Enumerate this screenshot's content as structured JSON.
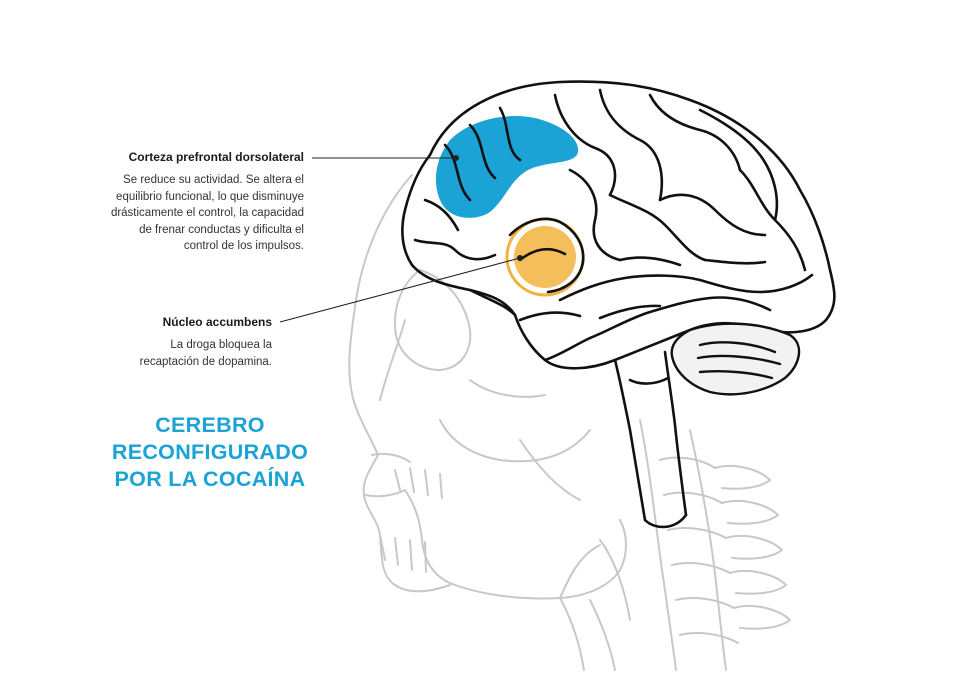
{
  "title": {
    "lines": [
      "CEREBRO",
      "RECONFIGURADO",
      "POR LA COCAÍNA"
    ]
  },
  "annotations": {
    "prefrontal": {
      "title": "Corteza prefrontal dorsolateral",
      "lines": [
        "Se reduce su actividad. Se altera el",
        "equilibrio funcional, lo que disminuye",
        "drásticamente el control, la capacidad",
        "de frenar conductas y dificulta el",
        "control de los impulsos."
      ],
      "color": "#1ba3d6"
    },
    "accumbens": {
      "title": "Núcleo accumbens",
      "lines": [
        "La droga bloquea la",
        "recaptación de dopamina."
      ],
      "color": "#f2b33d"
    }
  },
  "colors": {
    "title": "#1ba3d6",
    "outline": "#111111",
    "skull": "#c8c8c8"
  }
}
